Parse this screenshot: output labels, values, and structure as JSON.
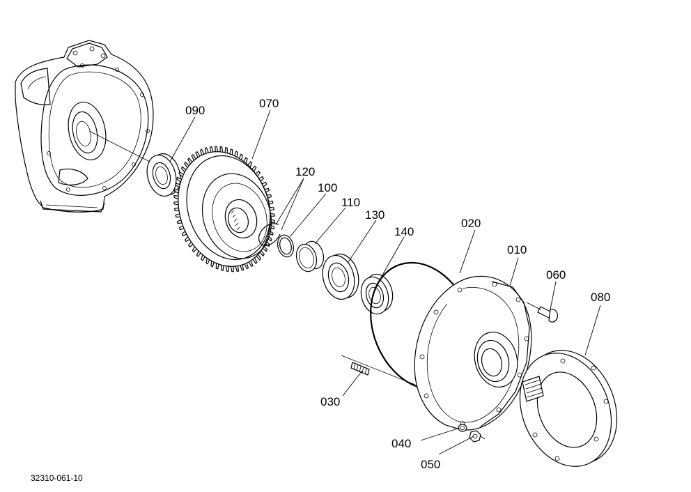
{
  "diagram": {
    "drawing_id": "32310-061-10",
    "part_labels": {
      "p010": "010",
      "p020": "020",
      "p030": "030",
      "p040": "040",
      "p050": "050",
      "p060": "060",
      "p070": "070",
      "p080": "080",
      "p090": "090",
      "p100": "100",
      "p110": "110",
      "p120": "120",
      "p130": "130",
      "p140": "140"
    }
  }
}
